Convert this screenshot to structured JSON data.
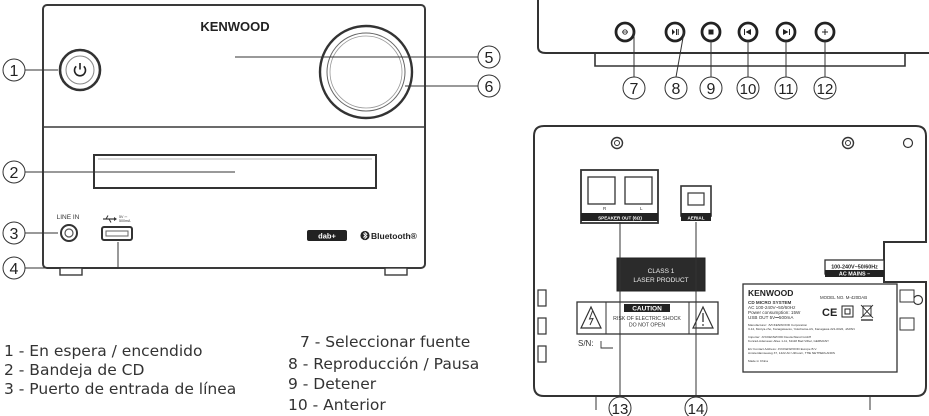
{
  "brand": "KENWOOD",
  "front_panel": {
    "line_in_label": "LINE IN",
    "usb_rating": "5V ⎓\n500mA",
    "dab_logo": "dab+",
    "bluetooth_logo": "Bluetooth®"
  },
  "callouts": {
    "front": [
      "1",
      "2",
      "3",
      "4",
      "5",
      "6"
    ],
    "top": [
      "7",
      "8",
      "9",
      "10",
      "11",
      "12"
    ],
    "rear": [
      "13",
      "14"
    ]
  },
  "top_buttons": {
    "icons": [
      "source-icon",
      "play-pause-icon",
      "stop-icon",
      "previous-icon",
      "next-icon",
      "volume-icon"
    ]
  },
  "rear_panel": {
    "speaker_out_label": "SPEAKER OUT (6Ω)",
    "speaker_r": "R",
    "speaker_l": "L",
    "aerial_label": "AERIAL",
    "laser_line1": "CLASS 1",
    "laser_line2": "LASER PRODUCT",
    "caution_title": "CAUTION",
    "caution_line1": "RISK OF ELECTRIC SHOCK",
    "caution_line2": "DO NOT OPEN",
    "sn_label": "S/N:",
    "mains_rating": "100-240V~50/60Hz",
    "mains_label": "AC MAINS –",
    "rating_brand": "KENWOOD",
    "model_no": "MODEL NO.  M-420DAB",
    "rating_lines": [
      "CD MICRO SYSTEM",
      "AC 100-240V~50/60Hz",
      "Power consumption: 15W",
      "USB OUT 5V⎓500mA",
      "Manufacturer: JVCKENWOOD Corporation",
      "3-12, Moriya-cho, Kanagawa-ku, Yokohama-shi, Kanagawa 221-0022, JAPAN",
      "Importer: JVCKENWOOD Deutschland GmbH",
      "Konrad-Adenauer-Allee 1-11, 61118 Bad Vilbel, GERMANY",
      "EU Contact Address: JVCKENWOOD Europe B.V.",
      "Amsterdamseweg 37, 1422 AC Uithoorn, THE NETHERLANDS",
      "Made in China"
    ]
  },
  "legend_left": [
    "1 - En espera / encendido",
    "2 - Bandeja de CD",
    "3 - Puerto de entrada de línea"
  ],
  "legend_mid": [
    "7 - Seleccionar fuente",
    "8 - Reproducción / Pausa",
    "9 - Detener",
    "10 - Anterior"
  ]
}
